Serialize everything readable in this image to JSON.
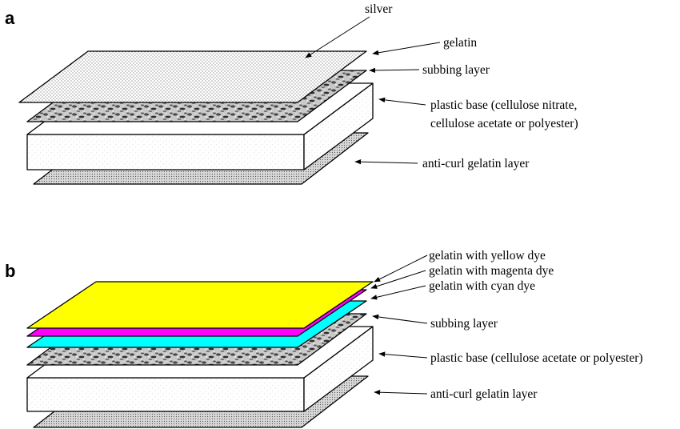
{
  "panels": [
    {
      "letter": "a",
      "labels": {
        "silver": "silver",
        "gelatin": "gelatin",
        "subbing": "subbing layer",
        "base_line1": "plastic base (cellulose nitrate,",
        "base_line2": "cellulose acetate or polyester)",
        "anticurl": "anti-curl gelatin layer"
      }
    },
    {
      "letter": "b",
      "labels": {
        "yellow": "gelatin with yellow dye",
        "magenta": "gelatin with magenta dye",
        "cyan": "gelatin with cyan dye",
        "subbing": "subbing layer",
        "base": "plastic base (cellulose acetate or polyester)",
        "anticurl": "anti-curl gelatin layer"
      }
    }
  ],
  "colors": {
    "yellow_dye": "#ffff00",
    "magenta_dye": "#ff00ff",
    "cyan_dye": "#00ffff",
    "base_fill": "#ffffff",
    "outline": "#000000"
  }
}
